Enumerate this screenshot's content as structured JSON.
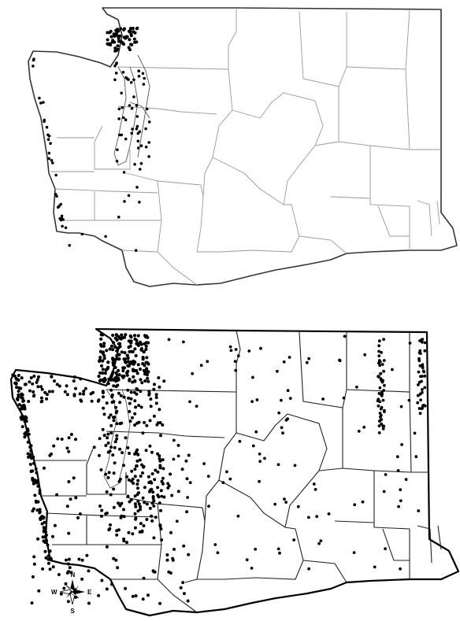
{
  "maps": [
    {
      "id": "top",
      "points_seed": 11,
      "points_count": 150
    },
    {
      "id": "bottom",
      "points_seed": 29,
      "points_count": 900
    }
  ],
  "compass": {
    "north": "N",
    "south": "S",
    "east": "E",
    "west": "W"
  },
  "colors": {
    "dots": "#000000",
    "outline": "#000000",
    "county_lines_top": "#9a9a9a"
  }
}
